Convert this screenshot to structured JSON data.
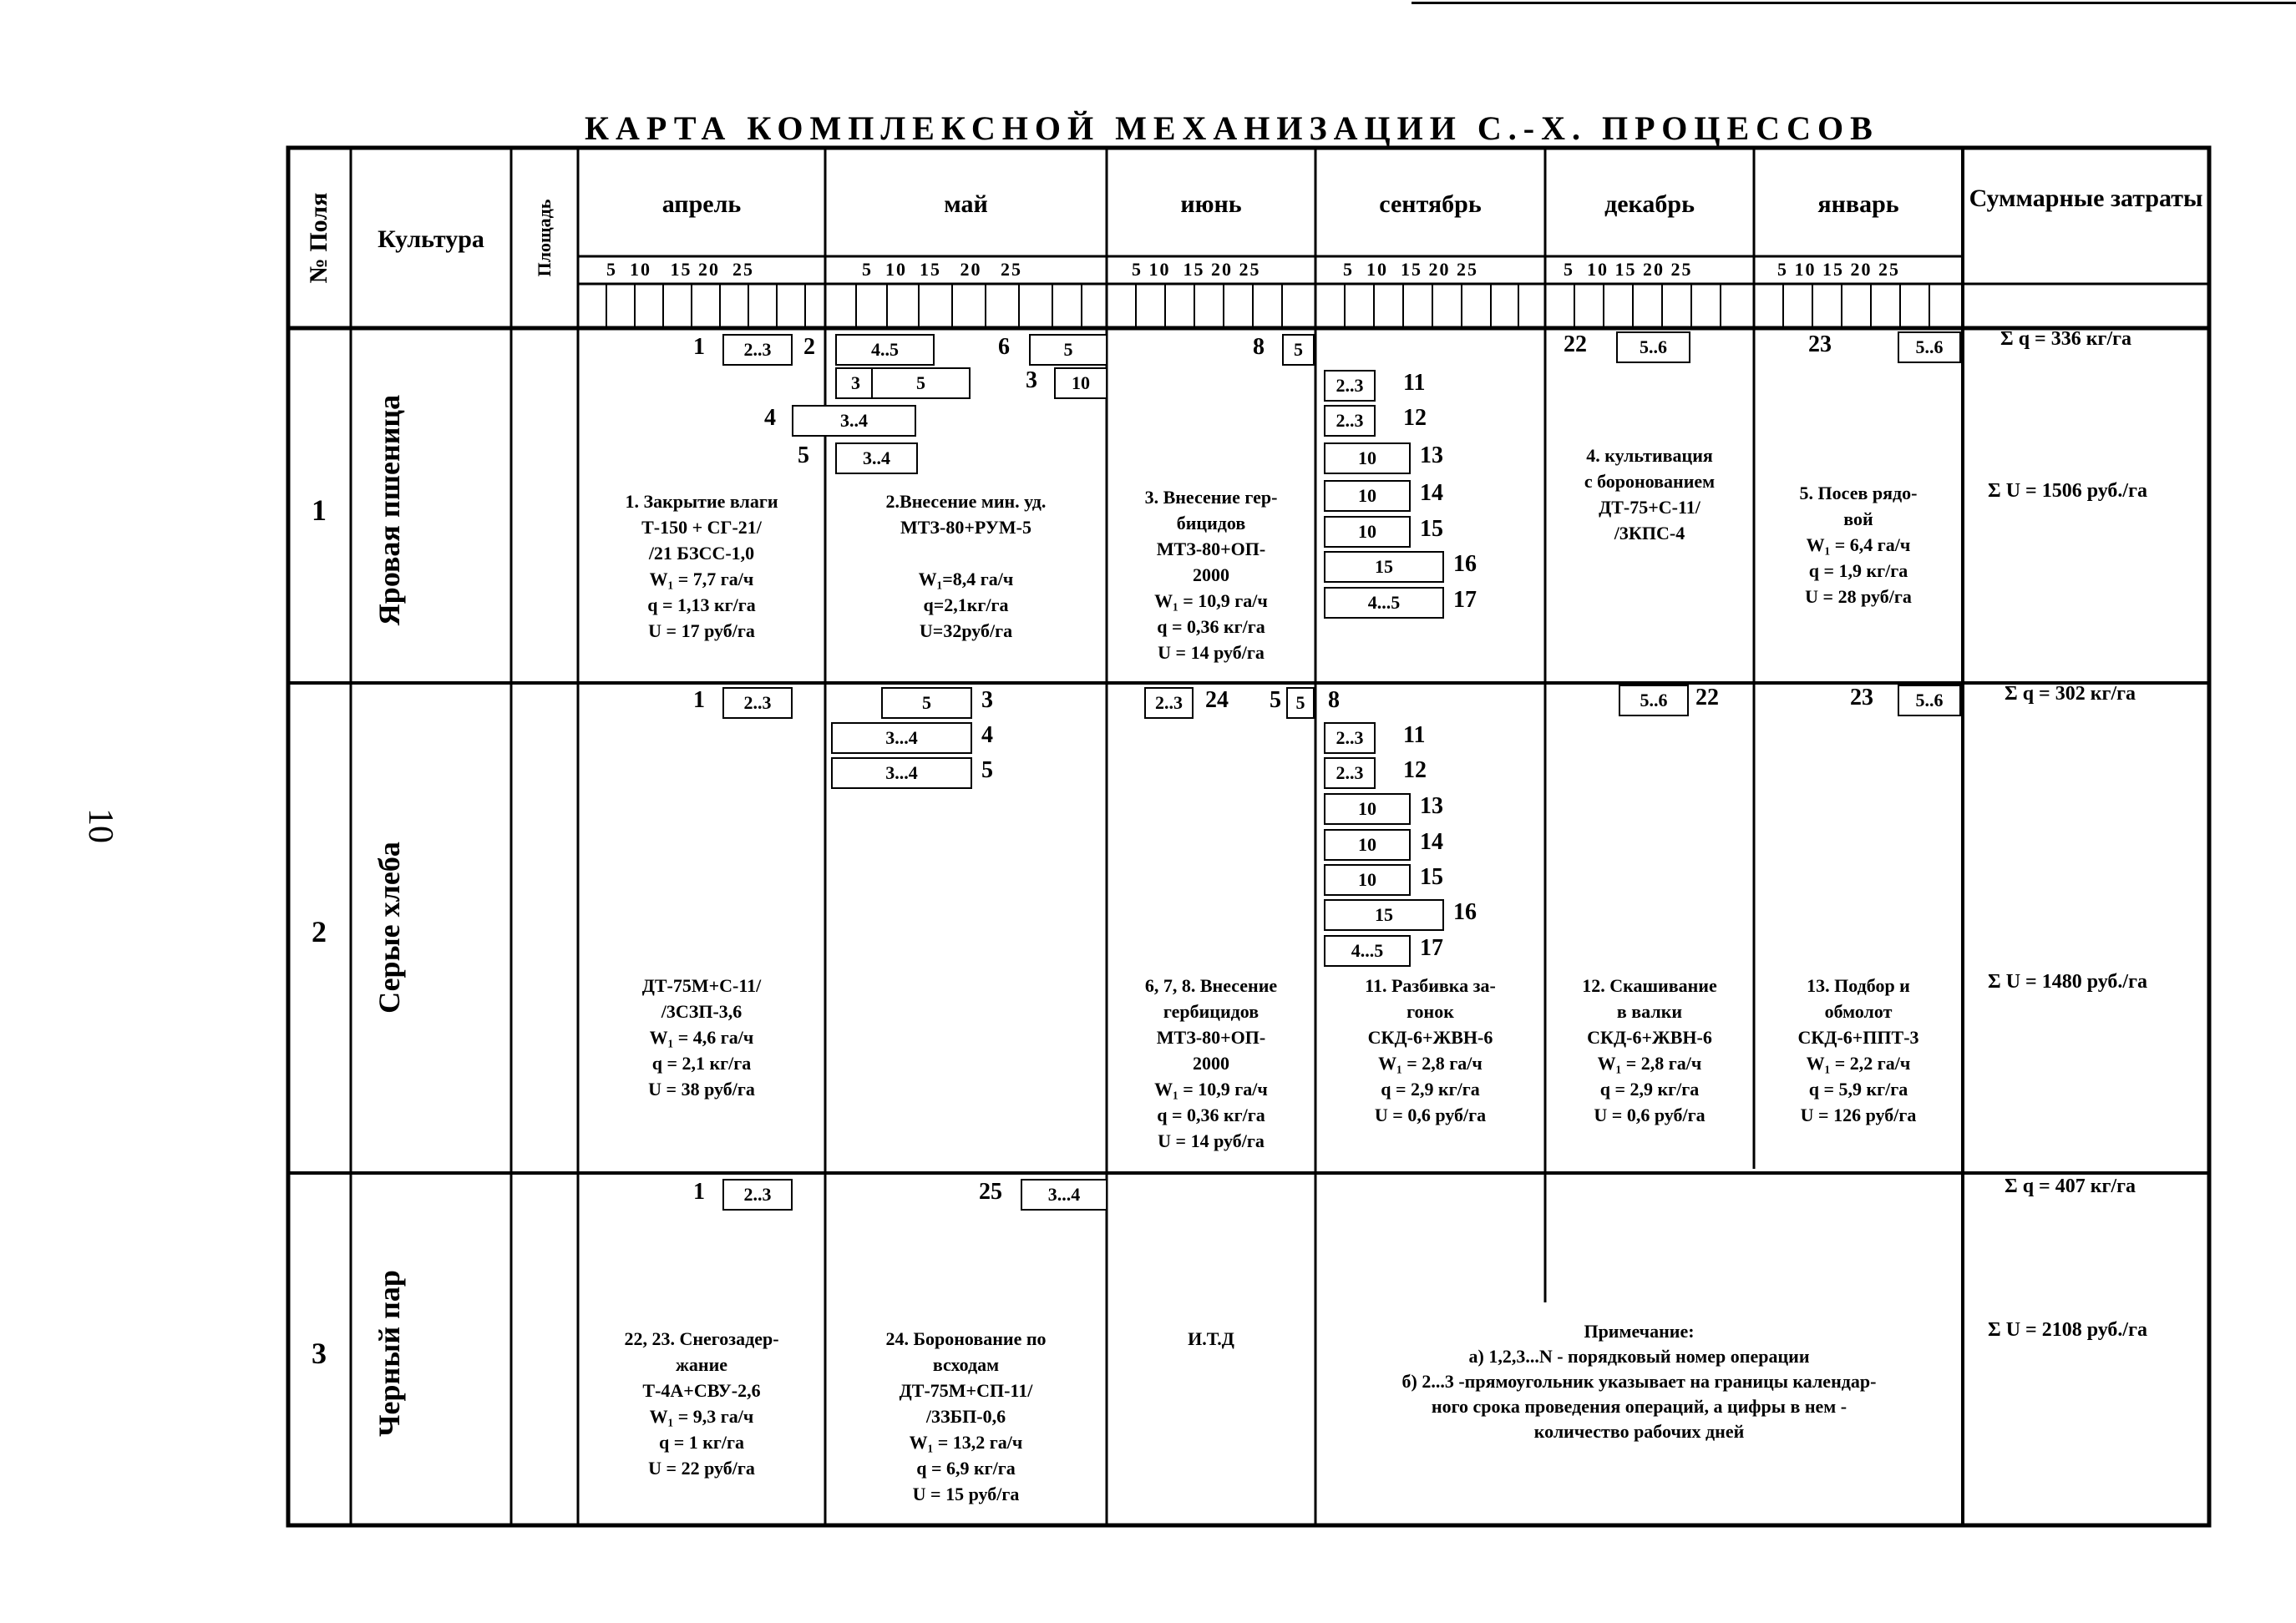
{
  "page_number": "10",
  "title": "КАРТА КОМПЛЕКСНОЙ МЕХАНИЗАЦИИ С.-Х. ПРОЦЕССОВ",
  "header": {
    "field_no": "№ Поля",
    "crop": "Культура",
    "area": "Площадь",
    "months": [
      "апрель",
      "май",
      "июнь",
      "сентябрь",
      "декабрь",
      "январь"
    ],
    "total": "Суммарные затраты",
    "ticks": [
      "5",
      "10",
      "15",
      "20",
      "25"
    ]
  },
  "rows": [
    {
      "no": "1",
      "crop": "Яровая пшеница",
      "sum_q": "Σ q = 336 кг/га",
      "sum_u": "Σ U = 1506 руб./га",
      "ops": {
        "apr": [
          {
            "n": "1",
            "b": "2..3"
          },
          {
            "n": "2"
          },
          {
            "n": "4",
            "b": "3..4"
          },
          {
            "n": "5",
            "b": "3..4"
          }
        ],
        "may": [
          {
            "b": "4..5"
          },
          {
            "n": "6",
            "b": "5"
          },
          {
            "b1": "3",
            "b2": "5"
          },
          {
            "n": "3",
            "b": "10"
          }
        ],
        "jun": [
          {
            "n": "8",
            "b": "5"
          }
        ],
        "sep": [
          {
            "b": "2..3",
            "n": "11"
          },
          {
            "b": "2..3",
            "n": "12"
          },
          {
            "b": "10",
            "n": "13"
          },
          {
            "b": "10",
            "n": "14"
          },
          {
            "b": "10",
            "n": "15"
          },
          {
            "b": "15",
            "n": "16"
          },
          {
            "b": "4...5",
            "n": "17"
          }
        ],
        "dec": [
          {
            "n": "22",
            "b": "5..6"
          }
        ],
        "jan": [
          {
            "n": "23",
            "b": "5..6"
          }
        ]
      },
      "desc": {
        "apr": "1. Закрытие влаги\nТ-150 + СГ-21/\n/21 БЗСС-1,0\nW₁ = 7,7 га/ч\nq = 1,13 кг/га\nU = 17 руб/га",
        "may": "2.Внесение мин. уд.\nМТЗ-80+РУМ-5\n\nW₁=8,4 га/ч\nq=2,1кг/га\nU=32руб/га",
        "jun": "3. Внесение гер-\nбицидов\nМТЗ-80+ОП-\n2000\nW₁ = 10,9 га/ч\nq = 0,36 кг/га\nU = 14 руб/га",
        "dec": "4. культивация\nс боронованием\nДТ-75+С-11/\n/3КПС-4",
        "jan": "5. Посев рядо-\nвой\nW₁ = 6,4 га/ч\nq = 1,9 кг/га\nU = 28 руб/га"
      }
    },
    {
      "no": "2",
      "crop": "Серые хлеба",
      "sum_q": "Σ q = 302 кг/га",
      "sum_u": "Σ U = 1480 руб./га",
      "ops": {
        "apr": [
          {
            "n": "1",
            "b": "2..3"
          }
        ],
        "may": [
          {
            "b": "5",
            "n": "3"
          },
          {
            "b": "3...4",
            "n": "4"
          },
          {
            "b": "3...4",
            "n": "5"
          }
        ],
        "jun": [
          {
            "b": "2..3",
            "n": "24"
          },
          {
            "n": "5",
            "b": "5"
          }
        ],
        "sep": [
          {
            "n": "8"
          },
          {
            "b": "2..3",
            "n": "11"
          },
          {
            "b": "2..3",
            "n": "12"
          },
          {
            "b": "10",
            "n": "13"
          },
          {
            "b": "10",
            "n": "14"
          },
          {
            "b": "10",
            "n": "15"
          },
          {
            "b": "15",
            "n": "16"
          },
          {
            "b": "4...5",
            "n": "17"
          }
        ],
        "dec": [
          {
            "b": "5..6",
            "n": "22"
          }
        ],
        "jan": [
          {
            "n": "23",
            "b": "5..6"
          }
        ]
      },
      "desc": {
        "apr": "ДТ-75М+С-11/\n/3СЗП-3,6\nW₁ = 4,6 га/ч\nq = 2,1 кг/га\nU = 38 руб/га",
        "jun": "6, 7, 8. Внесение\nгербицидов\nМТЗ-80+ОП-\n2000\nW₁ = 10,9 га/ч\nq = 0,36 кг/га\nU = 14 руб/га",
        "sep": "11. Разбивка за-\nгонок\nСКД-6+ЖВН-6\nW₁ = 2,8 га/ч\nq = 2,9 кг/га\nU = 0,6 руб/га",
        "dec": "12. Скашивание\nв валки\nСКД-6+ЖВН-6\nW₁ = 2,8 га/ч\nq = 2,9 кг/га\nU = 0,6 руб/га",
        "jan": "13. Подбор и\nобмолот\nСКД-6+ППТ-3\nW₁ = 2,2 га/ч\nq = 5,9 кг/га\nU = 126 руб/га"
      }
    },
    {
      "no": "3",
      "crop": "Черный пар",
      "sum_q": "Σ q = 407 кг/га",
      "sum_u": "Σ U = 2108 руб./га",
      "ops": {
        "apr": [
          {
            "n": "1",
            "b": "2..3"
          }
        ],
        "may": [
          {
            "n": "25",
            "b": "3...4"
          }
        ]
      },
      "desc": {
        "apr": "22, 23. Снегозадер-\nжание\nТ-4А+СВУ-2,6\nW₁ = 9,3 га/ч\nq = 1 кг/га\nU = 22 руб/га",
        "may": "24. Боронование по\nвсходам\nДТ-75М+СП-11/\n/3ЗБП-0,6\nW₁ = 13,2 га/ч\nq = 6,9 кг/га\nU = 15 руб/га",
        "jun": "И.Т.Д"
      }
    }
  ],
  "note": {
    "title": "Примечание:",
    "lines": [
      "а) 1,2,3...N - порядковый номер операции",
      "б) 2...3 -прямоугольник указывает на границы календар-",
      "ного срока проведения операций, а цифры в нем -",
      "количество рабочих дней"
    ]
  }
}
